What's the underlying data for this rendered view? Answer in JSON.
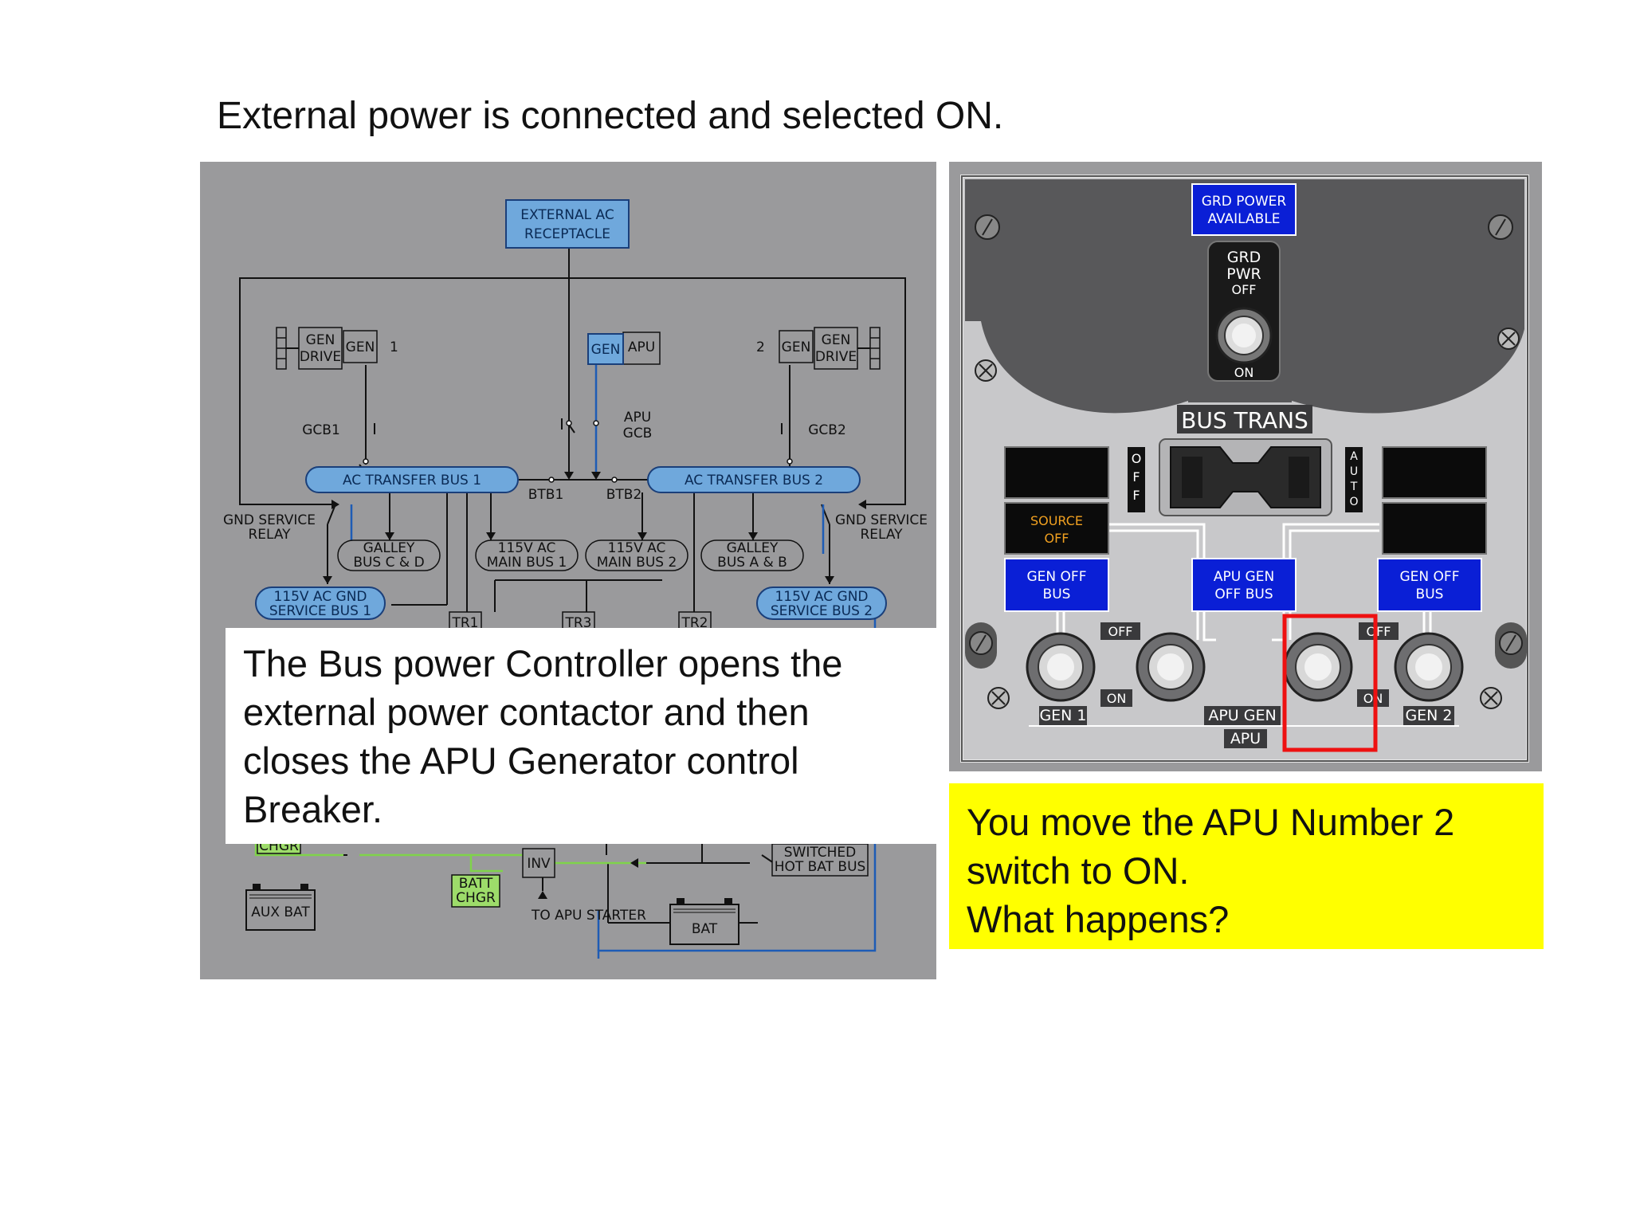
{
  "slide": {
    "title": "External power is connected and selected ON."
  },
  "diagram": {
    "external_receptacle": [
      "EXTERNAL AC",
      "RECEPTACLE"
    ],
    "gen_drive": [
      "GEN",
      "DRIVE"
    ],
    "gen": "GEN",
    "gen1_num": "1",
    "gen2_num": "2",
    "apu": "APU",
    "apu_gcb": [
      "APU",
      "GCB"
    ],
    "gcb1": "GCB1",
    "gcb2": "GCB2",
    "ac_transfer_bus_1": "AC TRANSFER BUS 1",
    "ac_transfer_bus_2": "AC TRANSFER BUS 2",
    "btb1": "BTB1",
    "btb2": "BTB2",
    "gnd_service_relay": [
      "GND SERVICE",
      "RELAY"
    ],
    "galley_bus_cd": [
      "GALLEY",
      "BUS C & D"
    ],
    "main_bus_1": [
      "115V AC",
      "MAIN BUS 1"
    ],
    "main_bus_2": [
      "115V AC",
      "MAIN BUS 2"
    ],
    "galley_bus_ab": [
      "GALLEY",
      "BUS A & B"
    ],
    "gnd_service_bus_1": [
      "115V AC GND",
      "SERVICE BUS 1"
    ],
    "gnd_service_bus_2": [
      "115V AC GND",
      "SERVICE BUS 2"
    ],
    "tr1": "TR1",
    "tr3": "TR3",
    "tr2": "TR2",
    "chgr": "CHGR",
    "inv": "INV",
    "batt_chgr": [
      "BATT",
      "CHGR"
    ],
    "switched_hot_bat_bus": [
      "SWITCHED",
      "HOT BAT BUS"
    ],
    "aux_bat": "AUX BAT",
    "to_apu_starter": "TO APU STARTER",
    "bat": "BAT"
  },
  "callout": {
    "lines": [
      "The Bus power Controller opens the",
      "external power contactor and then",
      "closes the APU Generator control",
      "Breaker."
    ]
  },
  "panel": {
    "grd_power_available": [
      "GRD POWER",
      "AVAILABLE"
    ],
    "grd_pwr_switch": [
      "GRD",
      "PWR",
      "OFF"
    ],
    "on": "ON",
    "off": "OFF",
    "bus_trans": "BUS TRANS",
    "off_vertical": [
      "O",
      "F",
      "F"
    ],
    "auto_vertical": [
      "A",
      "U",
      "T",
      "O"
    ],
    "source_off": [
      "SOURCE",
      "OFF"
    ],
    "gen_off_bus": [
      "GEN OFF",
      "BUS"
    ],
    "apu_gen_off_bus": [
      "APU GEN",
      "OFF BUS"
    ],
    "gen1": "GEN 1",
    "gen2": "GEN 2",
    "apu_gen": "APU GEN",
    "apu": "APU",
    "colors": {
      "annunciator_blue": "#0a1fd6",
      "highlight_red": "#ee1111",
      "source_off_amber": "#f0a020"
    }
  },
  "question": {
    "lines": [
      "You move the APU Number 2",
      "switch to ON.",
      "What happens?"
    ]
  }
}
